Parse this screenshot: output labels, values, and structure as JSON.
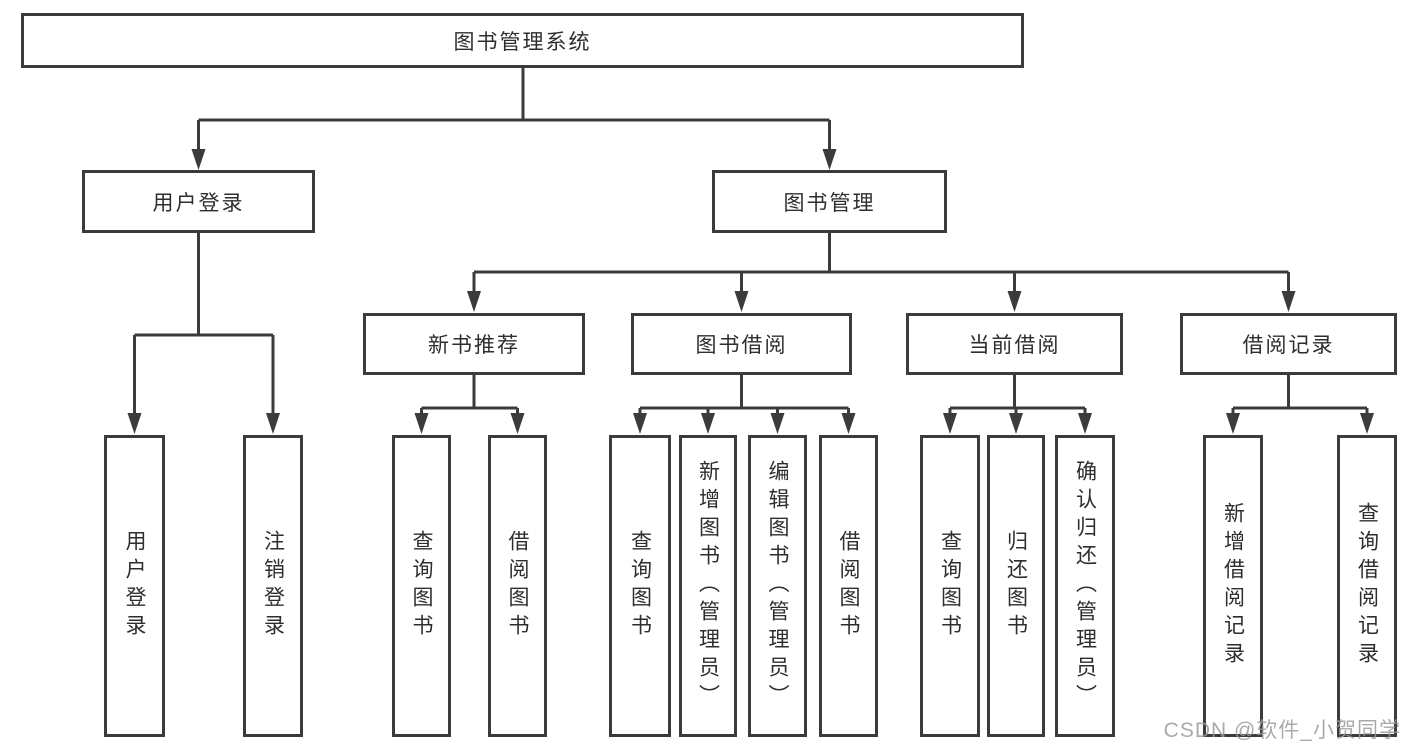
{
  "diagram": {
    "root": {
      "label": "图书管理系统"
    },
    "branches": [
      {
        "label": "用户登录",
        "leaves": [
          {
            "label": "用户登录"
          },
          {
            "label": "注销登录"
          }
        ]
      },
      {
        "label": "图书管理",
        "groups": [
          {
            "label": "新书推荐",
            "leaves": [
              {
                "label": "查询图书"
              },
              {
                "label": "借阅图书"
              }
            ]
          },
          {
            "label": "图书借阅",
            "leaves": [
              {
                "label": "查询图书"
              },
              {
                "label": "新增图书（管理员）"
              },
              {
                "label": "编辑图书（管理员）"
              },
              {
                "label": "借阅图书"
              }
            ]
          },
          {
            "label": "当前借阅",
            "leaves": [
              {
                "label": "查询图书"
              },
              {
                "label": "归还图书"
              },
              {
                "label": "确认归还（管理员）"
              }
            ]
          },
          {
            "label": "借阅记录",
            "leaves": [
              {
                "label": "新增借阅记录"
              },
              {
                "label": "查询借阅记录"
              }
            ]
          }
        ]
      }
    ],
    "line_color": "#3b3b3b"
  },
  "watermark": {
    "text": "CSDN @软件_小贺同学",
    "color": "#9b9b9b"
  }
}
